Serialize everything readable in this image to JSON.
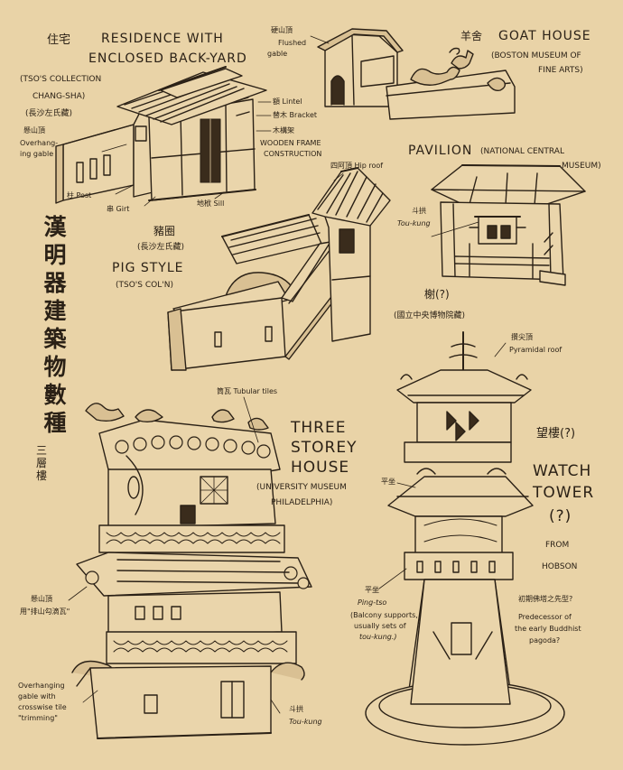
{
  "palette": {
    "paper": "#e9d3a7",
    "ink": "#2b2116"
  },
  "vertical_title": "漢明器建築物數種",
  "residence": {
    "cn": "住宅",
    "title1": "RESIDENCE WITH",
    "title2": "ENCLOSED BACK-YARD",
    "coll1": "(TSO'S COLLECTION",
    "coll2": "CHANG-SHA)",
    "coll_cn": "(長沙左氏藏)",
    "gable_cn": "懸山頂",
    "gable1": "Overhang-",
    "gable2": "ing gable",
    "lintel": "額 Lintel",
    "bracket": "替木 Bracket",
    "frame_cn": "木構架",
    "frame1": "WOODEN FRAME",
    "frame2": "CONSTRUCTION",
    "post": "柱 Post",
    "girt": "串 Girt",
    "sill": "地栿 Sill"
  },
  "goat": {
    "cn": "羊舍",
    "title": "GOAT HOUSE",
    "mus1": "(BOSTON MUSEUM OF",
    "mus2": "FINE ARTS)",
    "gable_cn": "硬山頂",
    "gable1": "Flushed",
    "gable2": "gable"
  },
  "pavilion": {
    "title": "PAVILION",
    "mus1": "(NATIONAL CENTRAL",
    "mus2": "MUSEUM)",
    "hip": "四阿頂 Hip roof",
    "toukung_cn": "斗拱",
    "toukung": "Tou-kung",
    "label": "榭(?)",
    "museum_cn": "(國立中央博物院藏)"
  },
  "pig": {
    "cn": "豬圈",
    "coll_cn": "(長沙左氏藏)",
    "title": "PIG STYLE",
    "coll": "(TSO'S COL'N)"
  },
  "three": {
    "cn": "三層樓",
    "tiles": "筒瓦 Tubular tiles",
    "t1": "THREE",
    "t2": "STOREY",
    "t3": "HOUSE",
    "mus1": "(UNIVERSITY MUSEUM",
    "mus2": "PHILADELPHIA)",
    "gable_cn": "懸山頂",
    "gable_cn2": "用\"排山勾滴瓦\"",
    "trim1": "Overhanging",
    "trim2": "gable with",
    "trim3": "crosswise tile",
    "trim4": "\"trimming\"",
    "toukung_cn": "斗拱",
    "toukung": "Tou-kung"
  },
  "watch": {
    "pyr_cn": "攢尖頂",
    "pyr": "Pyramidal roof",
    "cn": "望樓(?)",
    "t1": "WATCH",
    "t2": "TOWER",
    "q": "(?)",
    "from": "FROM",
    "hobson": "HOBSON",
    "pingzuo_small": "平坐",
    "pingzuo_cn": "平坐",
    "pingtso": "Ping-tso",
    "pt1": "(Balcony supports,",
    "pt2": "usually sets of",
    "pt3": "tou-kung.)",
    "pred_cn": "初期佛塔之先型?",
    "pred1": "Predecessor of",
    "pred2": "the early Buddhist",
    "pred3": "pagoda?"
  }
}
